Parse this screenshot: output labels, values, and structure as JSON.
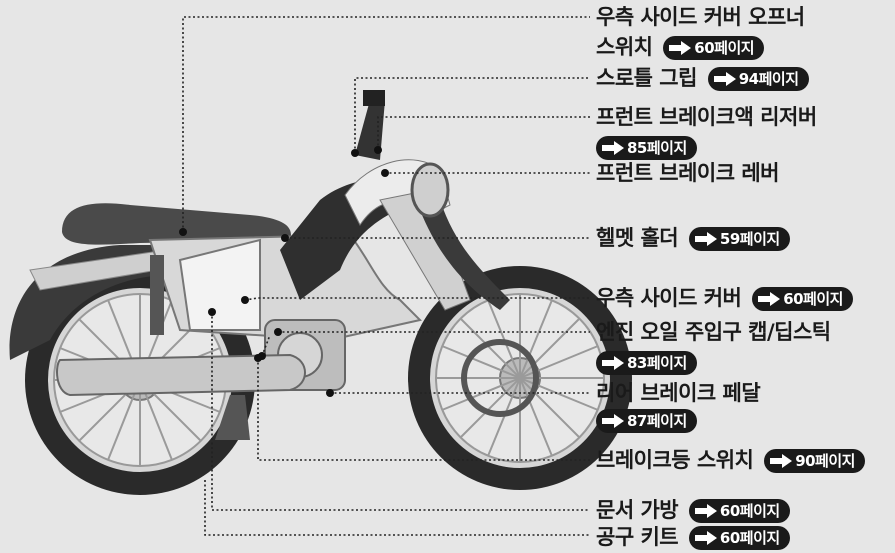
{
  "callouts": [
    {
      "text": "우측 사이드 커버 오프너",
      "ref": ""
    },
    {
      "text": "스위치",
      "ref": "60페이지"
    },
    {
      "text": "스로틀 그립",
      "ref": "94페이지"
    },
    {
      "text": "프런트 브레이크액 리저버",
      "ref": ""
    },
    {
      "text": "",
      "ref": "85페이지"
    },
    {
      "text": "프런트 브레이크 레버",
      "ref": ""
    },
    {
      "text": "헬멧 홀더",
      "ref": "59페이지"
    },
    {
      "text": "우측 사이드 커버",
      "ref": "60페이지"
    },
    {
      "text": "엔진 오일 주입구 캡/딥스틱",
      "ref": ""
    },
    {
      "text": "",
      "ref": "83페이지"
    },
    {
      "text": "리어 브레이크 페달",
      "ref": ""
    },
    {
      "text": "",
      "ref": "87페이지"
    },
    {
      "text": "브레이크등 스위치",
      "ref": "90페이지"
    },
    {
      "text": "문서 가방",
      "ref": "60페이지"
    },
    {
      "text": "공구 키트",
      "ref": "60페이지"
    }
  ],
  "icons": {
    "arrow": "arrow-right-icon"
  }
}
